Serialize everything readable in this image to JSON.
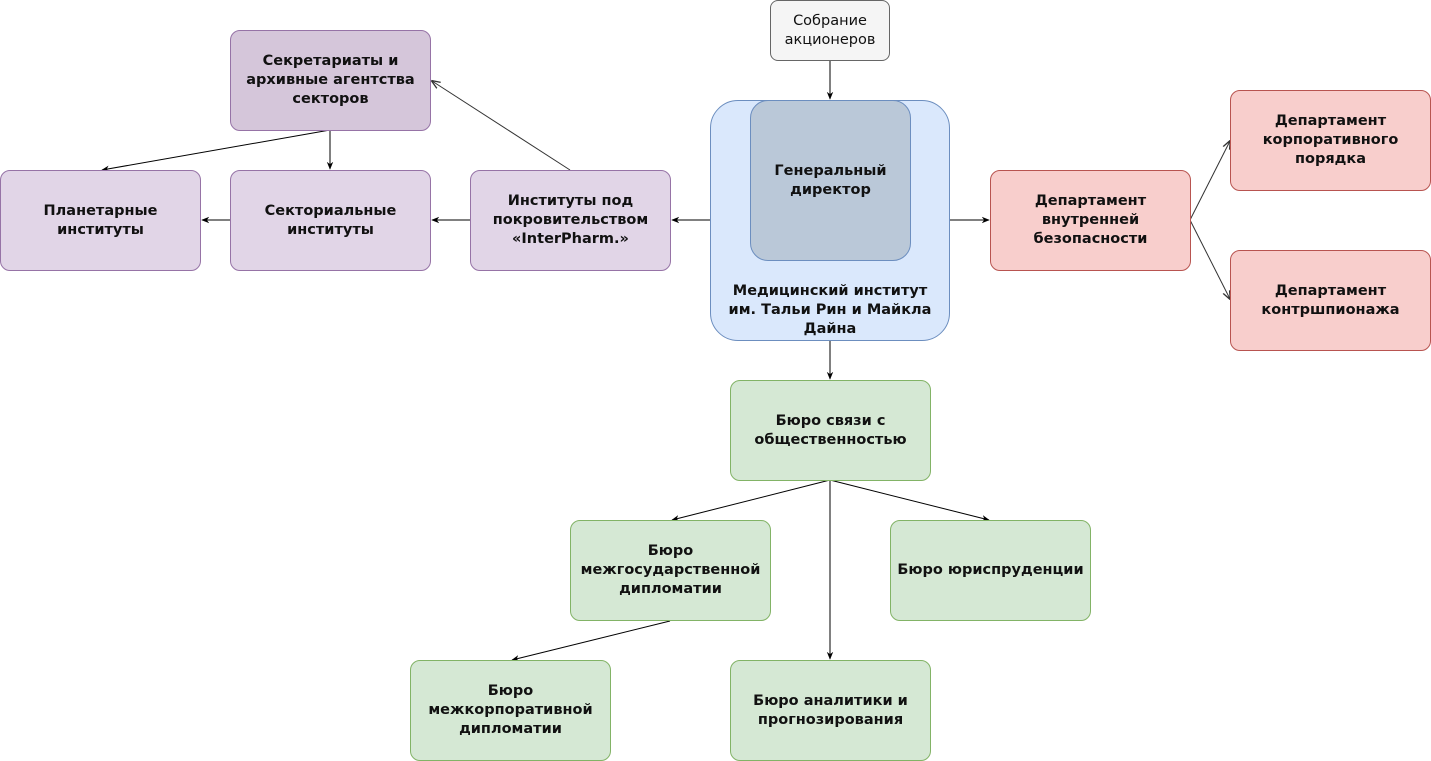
{
  "colors": {
    "gray_fill": "#f5f5f5",
    "gray_stroke": "#666666",
    "blue_fill": "#dae8fc",
    "blue_stroke": "#6c8ebf",
    "director_fill": "#bac8d8",
    "director_stroke": "#6c8ebf",
    "purple_fill": "#e1d5e7",
    "purple_stroke": "#9673a6",
    "purple_dark_fill": "#d5c6da",
    "red_fill": "#f8cecc",
    "red_stroke": "#b85450",
    "green_fill": "#d5e8d4",
    "green_stroke": "#82b366",
    "edge": "#000000",
    "edge_gray": "#333333"
  },
  "nodes": {
    "shareholders": "Собрание\nакционеров",
    "medical_institute": "Медицинский институт\nим. Тальи Рин и Майкла\nДайна",
    "general_director": "Генеральный\nдиректор",
    "secretariats": "Секретариаты и\nархивные агентства\nсекторов",
    "planetary_institutes": "Планетарные\nинституты",
    "sectoral_institutes": "Секториальные\nинституты",
    "interpharm_institutes": "Институты под\nпокровительством\n«InterPharm.»",
    "internal_security": "Департамент\nвнутренней\nбезопасности",
    "corporate_order": "Департамент\nкорпоративного\nпорядка",
    "counterintelligence": "Департамент\nконтршпионажа",
    "public_relations": "Бюро связи с\nобщественностью",
    "interstate_diplomacy": "Бюро\nмежгосударственной\nдипломатии",
    "jurisprudence": "Бюро юриспруденции",
    "intercorporate_diplomacy": "Бюро\nмежкорпоративной\nдипломатии",
    "analytics": "Бюро аналитики и\nпрогнозирования"
  }
}
